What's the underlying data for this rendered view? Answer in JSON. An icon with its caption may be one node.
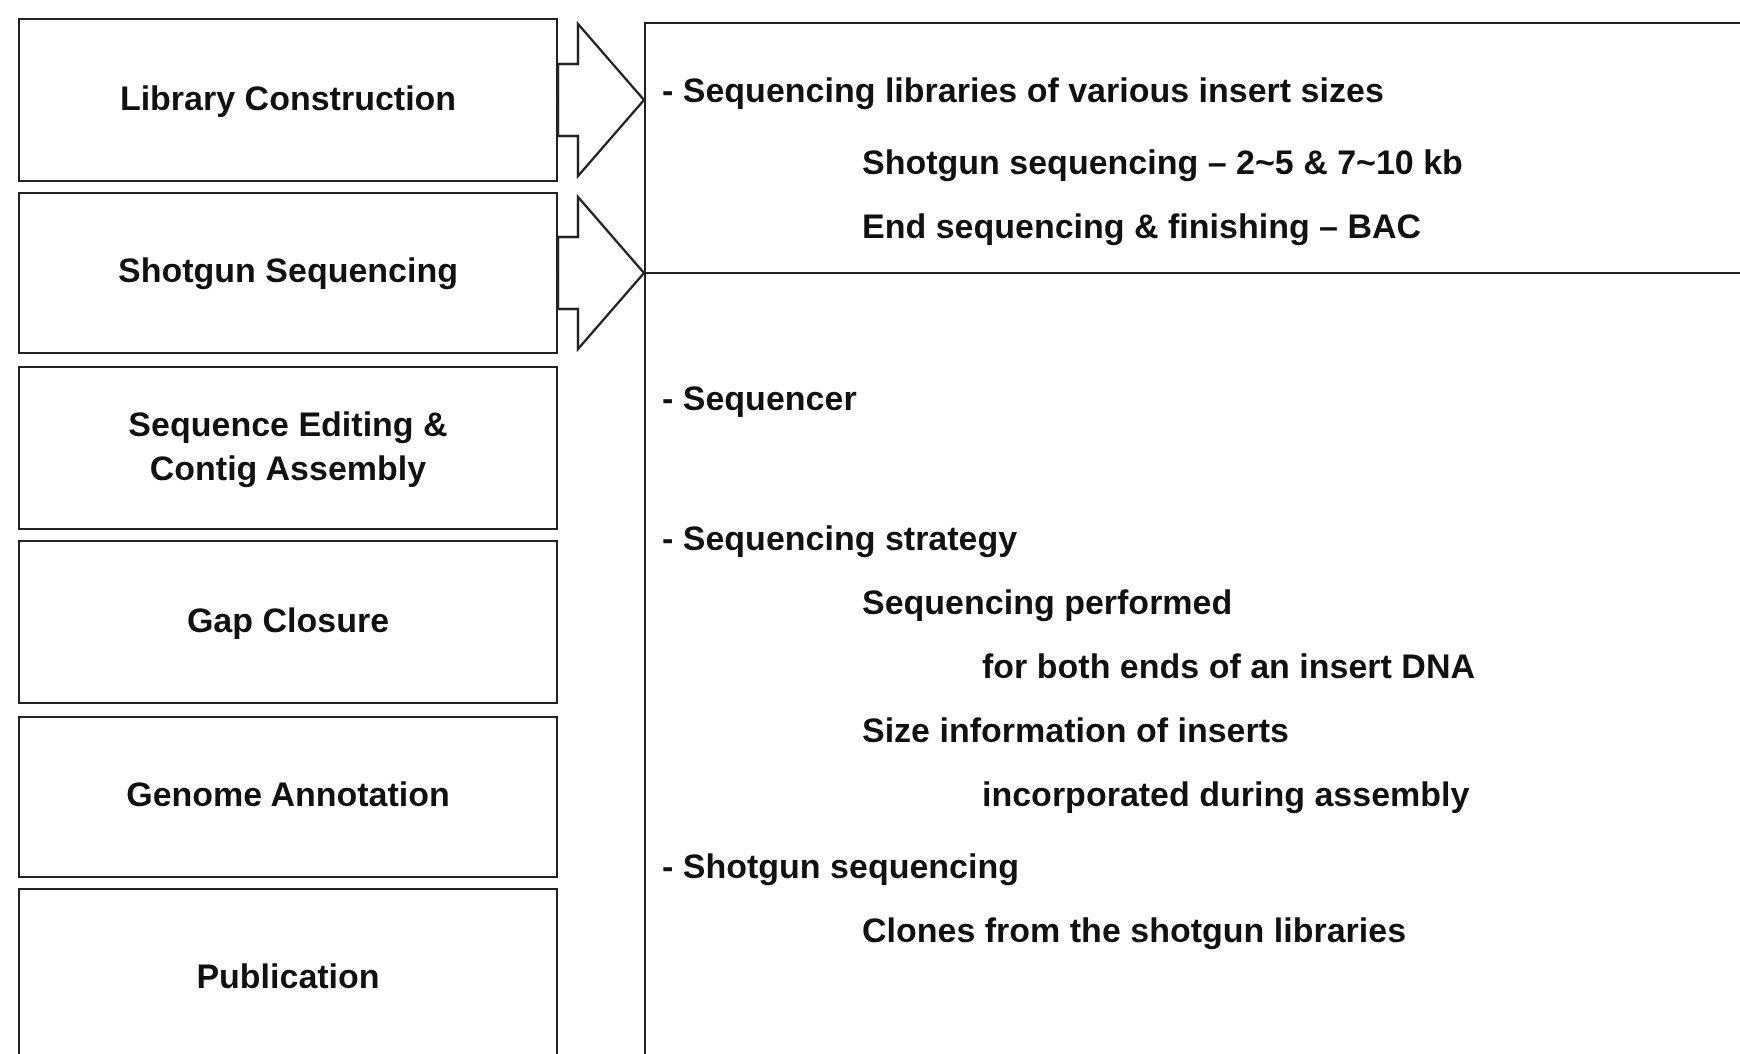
{
  "diagram": {
    "nodes": [
      {
        "text": [
          "Library Construction"
        ]
      },
      {
        "text": [
          "Shotgun Sequencing"
        ]
      },
      {
        "text": [
          "Sequence Editing & Contig Assembly"
        ]
      },
      {
        "text": [
          "Gap Closure"
        ]
      },
      {
        "text": [
          "Genome Annotation"
        ]
      },
      {
        "text": [
          "Publication"
        ]
      },
      {
        "text": [
          "- Sequencing libraries of various insert sizes",
          "Shotgun sequencing – 2~5 & 7~10 kb",
          "End sequencing & finishing – BAC"
        ]
      },
      {
        "text": [
          "- Sequencer",
          "- Sequencing strategy",
          "Sequencing performed",
          "for both ends of an insert DNA",
          "Size information of inserts",
          "incorporated during assembly",
          "- Shotgun sequencing",
          "Clones from the shotgun libraries"
        ]
      }
    ],
    "edges": [
      {
        "from": 0,
        "to": 6,
        "arrow": "to"
      },
      {
        "from": 1,
        "to": 7,
        "arrow": "to"
      }
    ]
  }
}
